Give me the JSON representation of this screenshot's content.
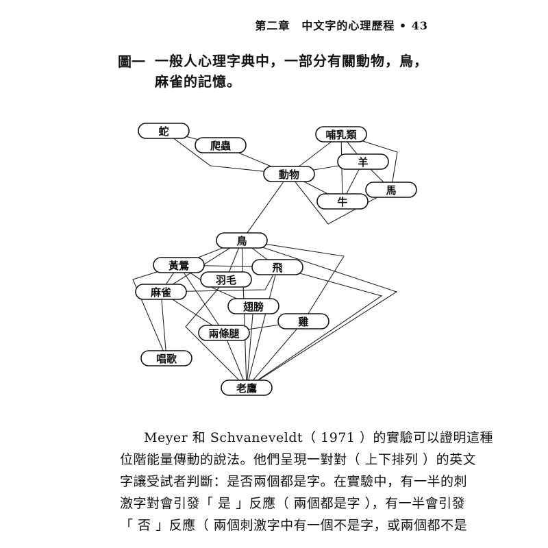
{
  "header": {
    "running_title": "第二章　中文字的心理歷程 • 43"
  },
  "caption": {
    "label": "圖一",
    "text": "一般人心理字典中，一部分有關動物，鳥，麻雀的記憶。"
  },
  "diagram": {
    "nodes": [
      "蛇",
      "爬蟲",
      "動物",
      "哺乳類",
      "羊",
      "馬",
      "牛",
      "鳥",
      "黃鶯",
      "飛",
      "羽毛",
      "麻雀",
      "翅膀",
      "雞",
      "兩條腿",
      "唱歌",
      "老鷹"
    ],
    "edges": [
      [
        "蛇",
        "爬蟲"
      ],
      [
        "蛇",
        "動物"
      ],
      [
        "爬蟲",
        "動物"
      ],
      [
        "動物",
        "哺乳類"
      ],
      [
        "動物",
        "羊"
      ],
      [
        "動物",
        "牛"
      ],
      [
        "動物",
        "馬"
      ],
      [
        "哺乳類",
        "牛"
      ],
      [
        "哺乳類",
        "羊"
      ],
      [
        "哺乳類",
        "馬"
      ],
      [
        "羊",
        "牛"
      ],
      [
        "羊",
        "馬"
      ],
      [
        "動物",
        "鳥"
      ],
      [
        "鳥",
        "黃鶯"
      ],
      [
        "鳥",
        "麻雀"
      ],
      [
        "鳥",
        "羽毛"
      ],
      [
        "鳥",
        "飛"
      ],
      [
        "鳥",
        "老鷹"
      ],
      [
        "鳥",
        "雞"
      ],
      [
        "鳥",
        "老鷹"
      ],
      [
        "飛",
        "老鷹"
      ],
      [
        "黃鶯",
        "飛"
      ],
      [
        "黃鶯",
        "麻雀"
      ],
      [
        "黃鶯",
        "唱歌"
      ],
      [
        "黃鶯",
        "翅膀"
      ],
      [
        "黃鶯",
        "兩條腿"
      ],
      [
        "麻雀",
        "飛"
      ],
      [
        "麻雀",
        "唱歌"
      ],
      [
        "麻雀",
        "兩條腿"
      ],
      [
        "兩條腿",
        "雞"
      ],
      [
        "兩條腿",
        "老鷹"
      ],
      [
        "翅膀",
        "老鷹"
      ],
      [
        "飛",
        "老鷹"
      ],
      [
        "雞",
        "老鷹"
      ],
      [
        "羽毛",
        "老鷹"
      ]
    ]
  },
  "body": {
    "lines": [
      "Meyer 和 Schvaneveldt（ 1971 ）的實驗可以證明這種",
      "位階能量傳動的說法。他們呈現一對對（ 上下排列 ）的英文",
      "字讓受試者判斷：是否兩個都是字。在實驗中，有一半的刺",
      "激字對會引發「 是 」反應（ 兩個都是字 ），有一半會引發",
      "「 否 」反應（ 兩個刺激字中有一個不是字，或兩個都不是"
    ]
  }
}
